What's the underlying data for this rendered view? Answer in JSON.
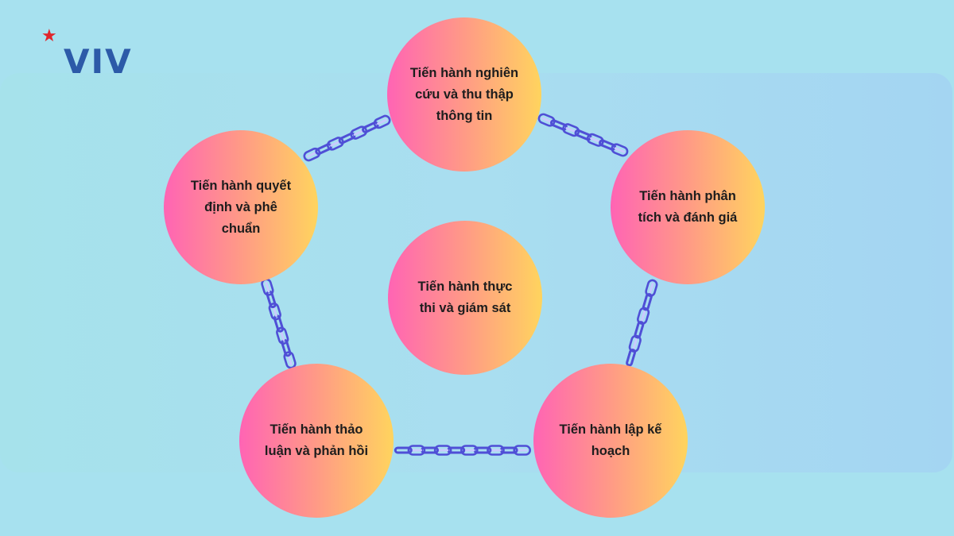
{
  "logo": {
    "text": "VIV",
    "icon": "star-icon"
  },
  "colors": {
    "background": "#a7e1ef",
    "node_gradient": [
      "#ff64b4",
      "#ff9a86",
      "#ffd45e"
    ],
    "chain": "#4f4fd6",
    "logo_text": "#2c5aa8",
    "logo_star": "#e0252b"
  },
  "diagram": {
    "nodes": [
      {
        "id": "research",
        "label": "Tiến hành nghiên cứu và thu thập thông tin"
      },
      {
        "id": "analysis",
        "label": "Tiến hành phân tích và đánh giá"
      },
      {
        "id": "planning",
        "label": "Tiến hành lập kế hoạch"
      },
      {
        "id": "discussion",
        "label": "Tiến hành thảo luận và phản hồi"
      },
      {
        "id": "decision",
        "label": "Tiến hành quyết định và phê chuẩn"
      },
      {
        "id": "implementation",
        "label": "Tiến hành thực thi và giám sát"
      }
    ],
    "edges": [
      {
        "from": "research",
        "to": "analysis"
      },
      {
        "from": "analysis",
        "to": "planning"
      },
      {
        "from": "planning",
        "to": "discussion"
      },
      {
        "from": "discussion",
        "to": "decision"
      },
      {
        "from": "decision",
        "to": "research"
      }
    ]
  }
}
